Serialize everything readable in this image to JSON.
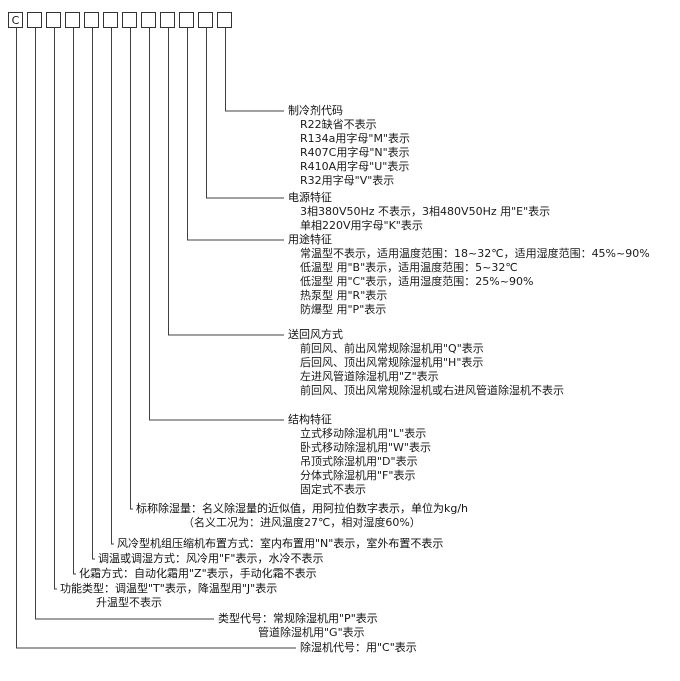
{
  "model_code": {
    "boxes": [
      "C",
      "",
      "",
      "",
      "",
      "",
      "",
      "",
      "",
      "",
      "",
      ""
    ]
  },
  "fields": [
    {
      "title": "制冷剂代码",
      "items": [
        "R22缺省不表示",
        "R134a用字母\"M\"表示",
        "R407C用字母\"N\"表示",
        "R410A用字母\"U\"表示",
        "R32用字母\"V\"表示"
      ]
    },
    {
      "title": "电源特征",
      "items": [
        "3相380V50Hz 不表示，3相480V50Hz 用\"E\"表示",
        "单相220V用字母\"K\"表示"
      ]
    },
    {
      "title": "用途特征",
      "items": [
        "常温型不表示，适用温度范围：18~32℃，适用湿度范围：45%~90%",
        "低温型 用\"B\"表示，适用温度范围：5~32℃",
        "低湿型 用\"C\"表示，适用湿度范围：25%~90%",
        "热泵型 用\"R\"表示",
        "防爆型 用\"P\"表示"
      ]
    },
    {
      "title": "送回风方式",
      "items": [
        "前回风、前出风常规除湿机用\"Q\"表示",
        "后回风、顶出风常规除湿机用\"H\"表示",
        "左进风管道除湿机用\"Z\"表示",
        "前回风、顶出风常规除湿机或右进风管道除湿机不表示"
      ]
    },
    {
      "title": "结构特征",
      "items": [
        "立式移动除湿机用\"L\"表示",
        "卧式移动除湿机用\"W\"表示",
        "吊顶式除湿机用\"D\"表示",
        "分体式除湿机用\"F\"表示",
        "固定式不表示"
      ]
    },
    {
      "title": "标称除湿量：名义除湿量的近似值，用阿拉伯数字表示，单位为kg/h",
      "items": [
        "（名义工况为：进风温度27℃，相对湿度60%）"
      ]
    },
    {
      "title": "风冷型机组压缩机布置方式：室内布置用\"N\"表示，室外布置不表示",
      "items": []
    },
    {
      "title": "调温或调湿方式：风冷用\"F\"表示，水冷不表示",
      "items": []
    },
    {
      "title": "化霜方式：自动化霜用\"Z\"表示，手动化霜不表示",
      "items": []
    },
    {
      "title": "功能类型：调温型\"T\"表示，降温型用\"J\"表示",
      "items": [
        "升温型不表示"
      ]
    },
    {
      "title": "类型代号：常规除湿机用\"P\"表示",
      "items": [
        "管道除湿机用\"G\"表示"
      ]
    },
    {
      "title": "除湿机代号：用\"C\"表示",
      "items": []
    }
  ],
  "colors": {
    "line": "#404040",
    "text": "#1a1a1a",
    "box_border": "#333333"
  }
}
